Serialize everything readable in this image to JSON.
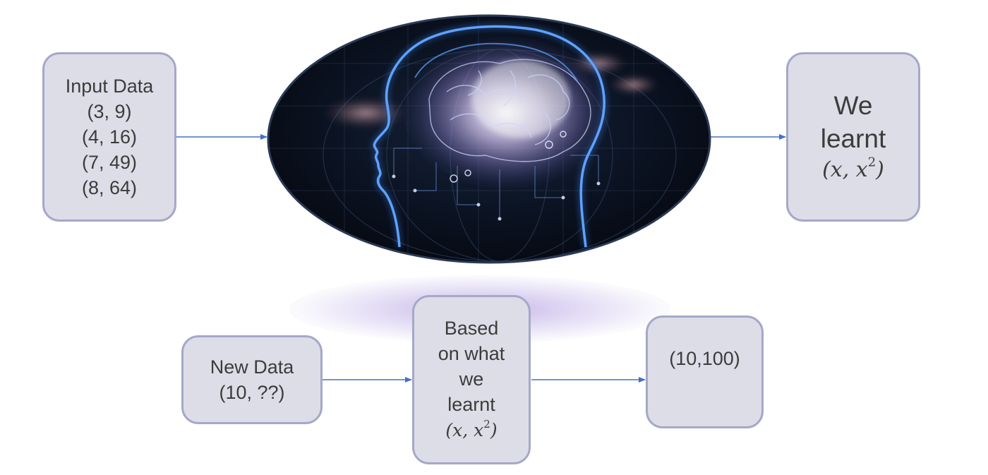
{
  "input_box": {
    "lines": [
      "Input Data",
      "(3, 9)",
      "(4, 16)",
      "(7, 49)",
      "(8, 64)"
    ]
  },
  "learnt_box": {
    "lines": [
      "We",
      "learnt"
    ],
    "formula_base": "(x, x",
    "formula_exponent": "2",
    "formula_close": ")"
  },
  "new_data_box": {
    "lines": [
      "New Data",
      "(10, ??)"
    ]
  },
  "based_box": {
    "lines": [
      "Based",
      "on what",
      "we",
      "learnt"
    ],
    "formula_base": "(x, x",
    "formula_exponent": "2",
    "formula_close": ")"
  },
  "result_box": {
    "value": "(10,100)"
  },
  "colors": {
    "box_fill": "#dcdde7",
    "box_border": "#a6a8c8",
    "arrow": "#4472c4",
    "text": "#3c3c3c",
    "brain_glow": "#3d7fe0"
  },
  "icons": {
    "brain_image": "head-brain-circuit-icon"
  }
}
